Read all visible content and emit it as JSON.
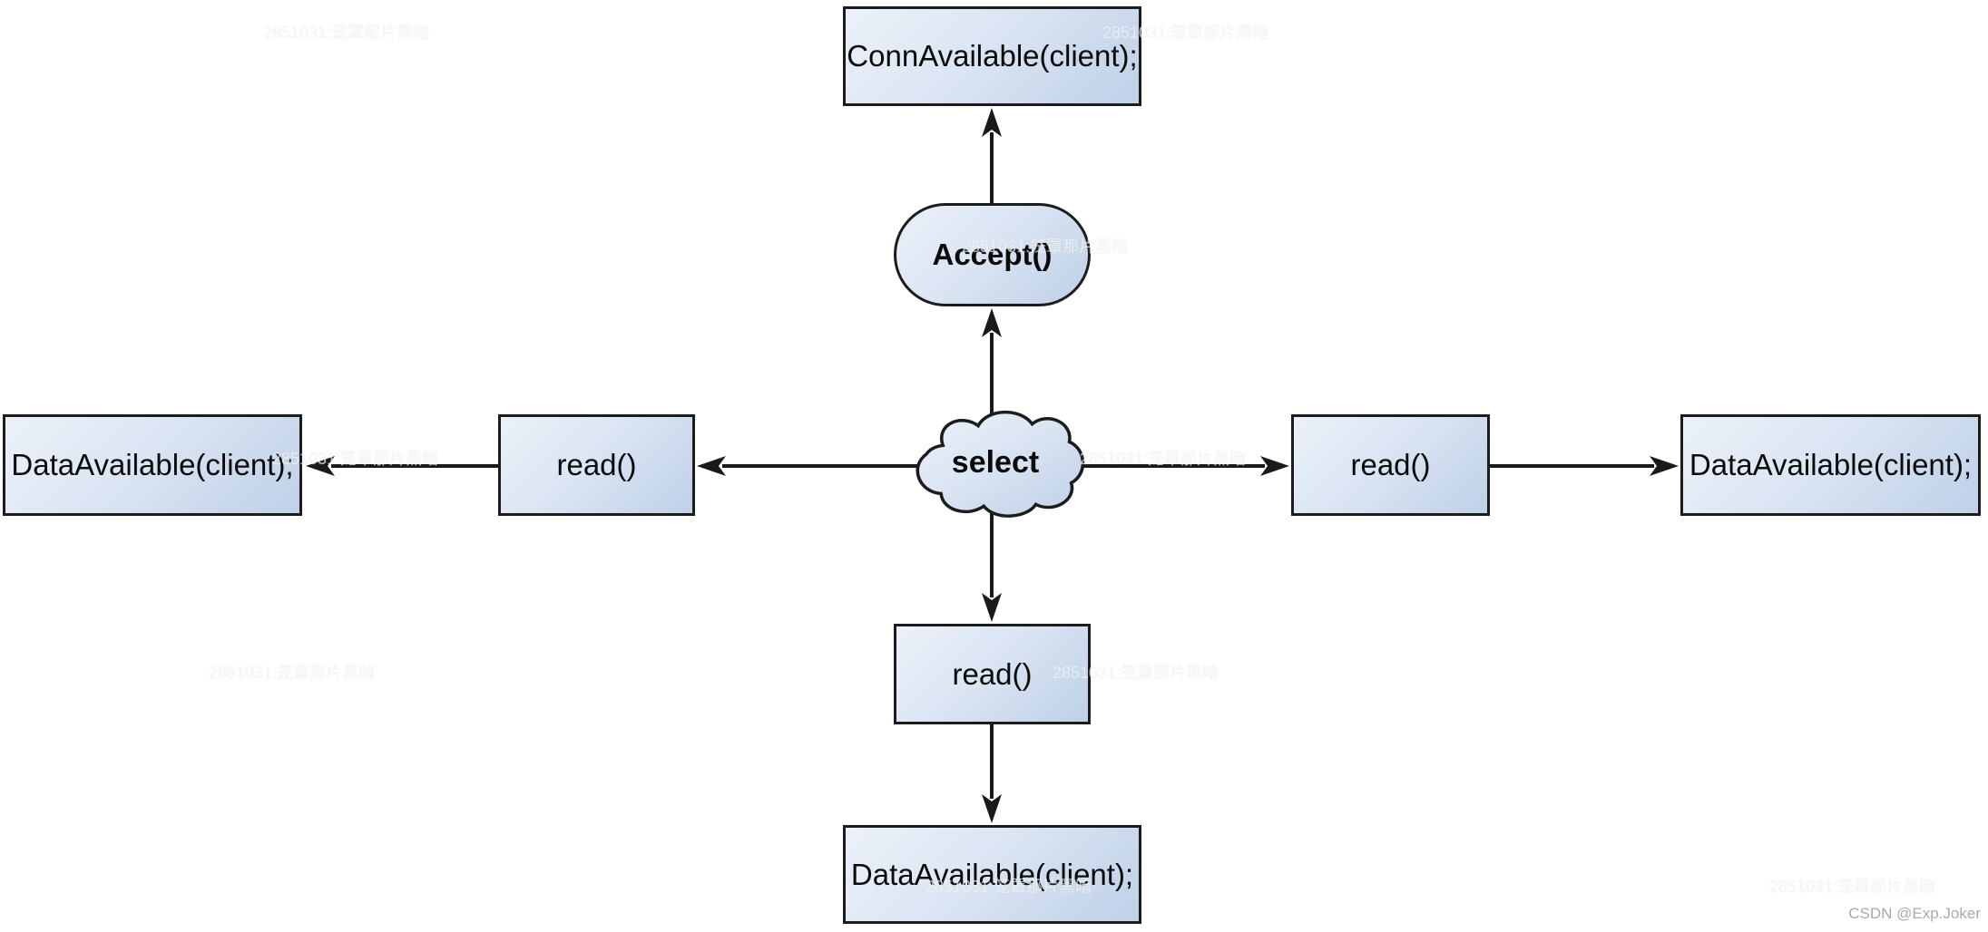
{
  "diagram": {
    "title_semantic": "select multiplexing event flow",
    "center": {
      "label": "select",
      "shape": "cloud"
    },
    "top": {
      "accept_label": "Accept()",
      "handler_label": "ConnAvailable(client);"
    },
    "left": {
      "read_label": "read()",
      "handler_label": "DataAvailable(client);"
    },
    "right": {
      "read_label": "read()",
      "handler_label": "DataAvailable(client);"
    },
    "bottom": {
      "read_label": "read()",
      "handler_label": "DataAvailable(client);"
    }
  },
  "colors": {
    "box_fill_light": "#ecf1f9",
    "box_fill_mid": "#dbe5f3",
    "box_fill_dark": "#bfd0e8",
    "box_border": "#1c1c1c",
    "arrow": "#1a1a1a",
    "text": "#0b0b0b",
    "csdn_watermark_gray": "#a8abb0"
  },
  "watermark": {
    "csdn_label": "CSDN @Exp.Joker",
    "tiled_text": "2851031:笼罩那片黑暗"
  }
}
